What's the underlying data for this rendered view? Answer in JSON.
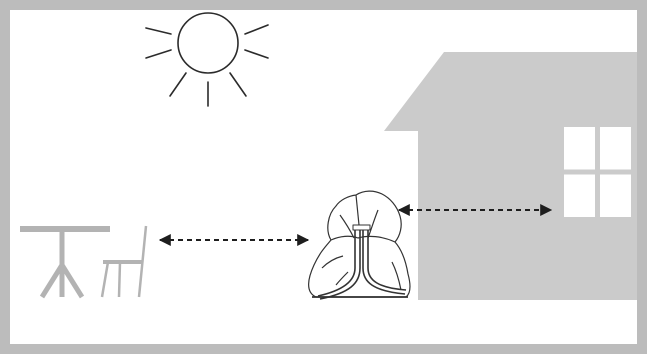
{
  "scene": {
    "icons": {
      "sun": "sun-icon",
      "house": "house-icon",
      "window": "window-icon",
      "table": "table-icon",
      "chair": "chair-icon",
      "device": "covered-device-icon",
      "arrow": "double-headed-dashed-arrow"
    },
    "colors": {
      "frame": "#bcbcbc",
      "background": "#ffffff",
      "house": "#cbcbcb",
      "furniture": "#b3b3b3",
      "sun": "#2b2b2b",
      "arrow": "#1e1e1e",
      "device_outline": "#333333"
    },
    "connections": [
      {
        "from": "furniture",
        "to": "device"
      },
      {
        "from": "device",
        "to": "house"
      }
    ]
  }
}
